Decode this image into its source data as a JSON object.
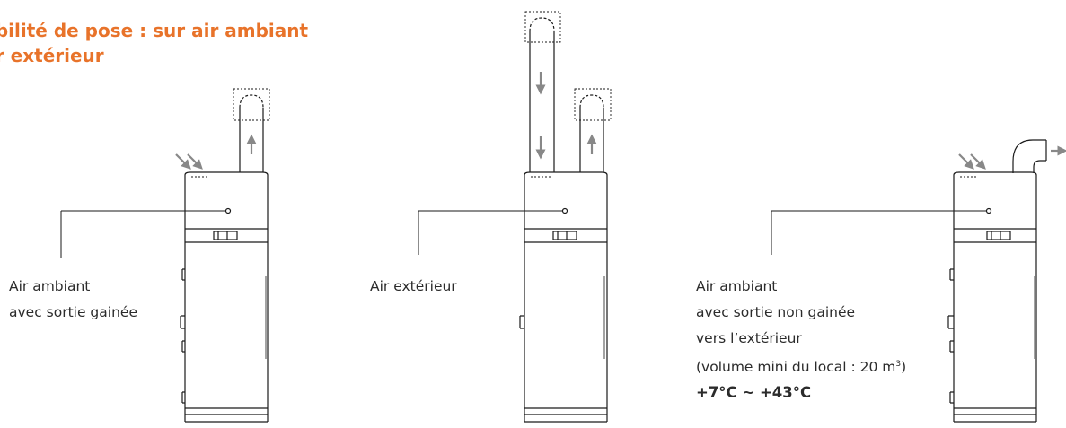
{
  "title": {
    "line1": "ibilité de pose : sur air ambiant",
    "line2": "ir extérieur"
  },
  "units": [
    {
      "caption": [
        "Air ambiant",
        "avec sortie gainée"
      ]
    },
    {
      "caption": [
        "Air extérieur"
      ]
    },
    {
      "caption": [
        "Air ambiant",
        "avec sortie non gainée",
        "vers l’extérieur",
        "(volume mini du local : 20 m"
      ],
      "superscript": "3",
      "caption_end": ")",
      "temperature": "+7°C ~ +43°C"
    }
  ],
  "colors": {
    "title": "#e8732a",
    "line": "#1a1a1a",
    "arrow": "#888888"
  }
}
